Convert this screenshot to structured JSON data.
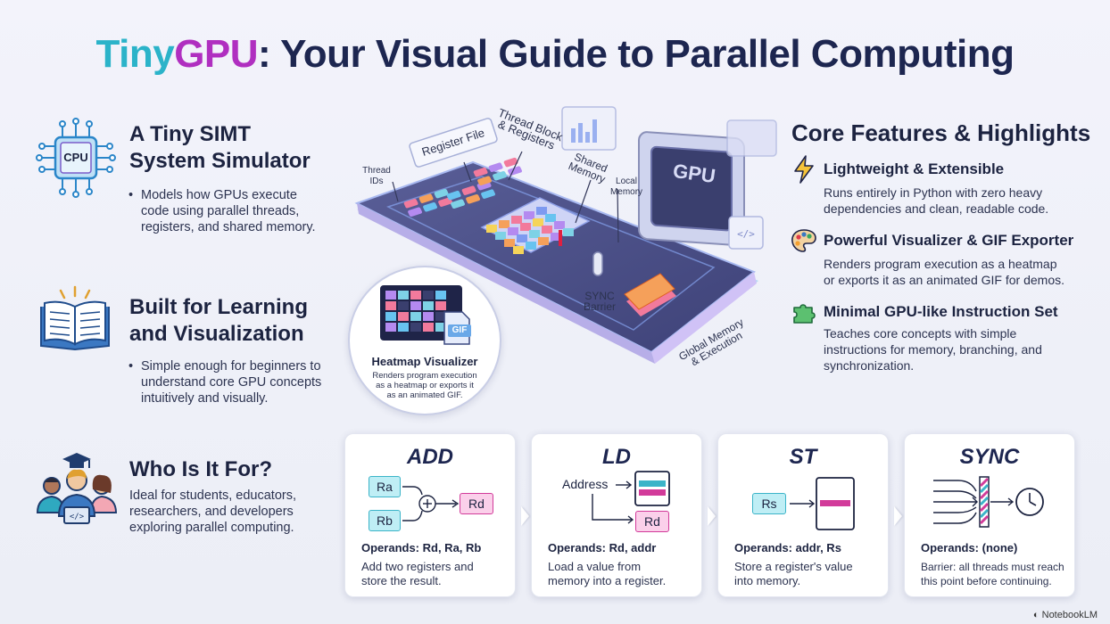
{
  "title": {
    "part1": "Tiny",
    "part2": "GPU",
    "part3": ": Your Visual Guide to Parallel Computing"
  },
  "left": {
    "simt": {
      "icon_label": "CPU",
      "heading_line1": "A Tiny SIMT",
      "heading_line2": "System Simulator",
      "bullet": [
        "Models how GPUs execute",
        "code using parallel threads,",
        "registers, and shared memory."
      ]
    },
    "learning": {
      "heading_line1": "Built for Learning",
      "heading_line2": "and Visualization",
      "bullet": [
        "Simple enough for beginners to",
        "understand core GPU concepts",
        "intuitively and visually."
      ]
    },
    "audience": {
      "heading": "Who Is It For?",
      "text": [
        "Ideal for students, educators,",
        "researchers, and developers",
        "exploring parallel computing."
      ]
    }
  },
  "diagram": {
    "register_file": "Register File",
    "thread_block": "Thread Block\n& Registers",
    "shared_memory": "Shared\nMemory",
    "local_memory": "Local\nMemory",
    "thread_ids": "Thread\nIDs",
    "gpu_label": "GPU",
    "sync_barrier": "SYNC\nBarrier",
    "global_memory": "Global Memory\n& Execution",
    "heatmap_title": "Heatmap Visualizer",
    "heatmap_desc": [
      "Renders program execution",
      "as a heatmap or exports it",
      "as an animated GIF."
    ],
    "gif_label": "GIF"
  },
  "right": {
    "title": "Core Features & Highlights",
    "features": [
      {
        "icon": "lightning-icon",
        "title": "Lightweight & Extensible",
        "desc": [
          "Runs entirely in Python with zero heavy",
          "dependencies and clean, readable code."
        ]
      },
      {
        "icon": "palette-icon",
        "title": "Powerful Visualizer & GIF Exporter",
        "desc": [
          "Renders program execution as a heatmap",
          "or exports it as an animated GIF for demos."
        ]
      },
      {
        "icon": "puzzle-icon",
        "title": "Minimal GPU-like Instruction Set",
        "desc": [
          "Teaches core concepts with simple",
          "instructions for memory, branching, and",
          "synchronization."
        ]
      }
    ]
  },
  "cards": [
    {
      "name": "ADD",
      "operands": "Operands: Rd, Ra, Rb",
      "desc": [
        "Add two registers and",
        "store the result."
      ],
      "regs": [
        "Ra",
        "Rb",
        "Rd"
      ]
    },
    {
      "name": "LD",
      "operands": "Operands: Rd, addr",
      "desc": [
        "Load a value from",
        "memory into a register."
      ],
      "regs": [
        "Address",
        "Rd"
      ]
    },
    {
      "name": "ST",
      "operands": "Operands: addr, Rs",
      "desc": [
        "Store a register's value",
        "into memory."
      ],
      "regs": [
        "Rs"
      ]
    },
    {
      "name": "SYNC",
      "operands": "Operands: (none)",
      "desc": [
        "Barrier: all threads must reach",
        "this point before continuing."
      ],
      "regs": []
    }
  ],
  "branding": "NotebookLM",
  "colors": {
    "cyan": "#2bb3c9",
    "magenta": "#b02fc0",
    "navy": "#1d2650",
    "pink": "#d23b9a"
  }
}
